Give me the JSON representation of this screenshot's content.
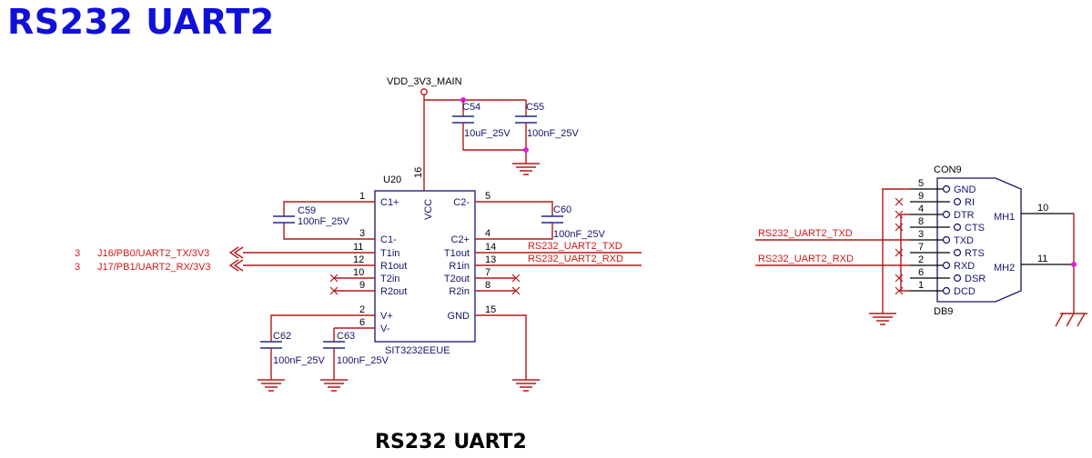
{
  "title": "RS232 UART2",
  "footer_title": "RS232 UART2",
  "power": {
    "net": "VDD_3V3_MAIN"
  },
  "ic": {
    "ref": "U20",
    "part": "SIT3232EEUE",
    "vcc_pin": "16",
    "vcc_label": "VCC",
    "left_pins": [
      {
        "num": "1",
        "name": "C1+"
      },
      {
        "num": "3",
        "name": "C1-"
      },
      {
        "num": "11",
        "name": "T1in"
      },
      {
        "num": "12",
        "name": "R1out"
      },
      {
        "num": "10",
        "name": "T2in"
      },
      {
        "num": "9",
        "name": "R2out"
      },
      {
        "num": "2",
        "name": "V+"
      },
      {
        "num": "6",
        "name": "V-"
      }
    ],
    "right_pins": [
      {
        "num": "5",
        "name": "C2-"
      },
      {
        "num": "4",
        "name": "C2+"
      },
      {
        "num": "14",
        "name": "T1out"
      },
      {
        "num": "13",
        "name": "R1in"
      },
      {
        "num": "7",
        "name": "T2out"
      },
      {
        "num": "8",
        "name": "R2in"
      },
      {
        "num": "15",
        "name": "GND"
      }
    ]
  },
  "caps": [
    {
      "ref": "C54",
      "value": "10uF_25V"
    },
    {
      "ref": "C55",
      "value": "100nF_25V"
    },
    {
      "ref": "C59",
      "value": "100nF_25V"
    },
    {
      "ref": "C60",
      "value": "100nF_25V"
    },
    {
      "ref": "C62",
      "value": "100nF_25V"
    },
    {
      "ref": "C63",
      "value": "100nF_25V"
    }
  ],
  "offsheet": [
    {
      "sheet": "3",
      "net": "J16/PB0/UART2_TX/3V3"
    },
    {
      "sheet": "3",
      "net": "J17/PB1/UART2_RX/3V3"
    }
  ],
  "nets": {
    "txd": "RS232_UART2_TXD",
    "rxd": "RS232_UART2_RXD"
  },
  "connector": {
    "ref": "CON9",
    "part": "DB9",
    "mh1": "MH1",
    "mh2": "MH2",
    "mh1_pin": "10",
    "mh2_pin": "11",
    "pins": [
      {
        "num": "5",
        "name": "GND"
      },
      {
        "num": "9",
        "name": "RI"
      },
      {
        "num": "4",
        "name": "DTR"
      },
      {
        "num": "8",
        "name": "CTS"
      },
      {
        "num": "3",
        "name": "TXD"
      },
      {
        "num": "7",
        "name": "RTS"
      },
      {
        "num": "2",
        "name": "RXD"
      },
      {
        "num": "6",
        "name": "DSR"
      },
      {
        "num": "1",
        "name": "DCD"
      }
    ]
  }
}
